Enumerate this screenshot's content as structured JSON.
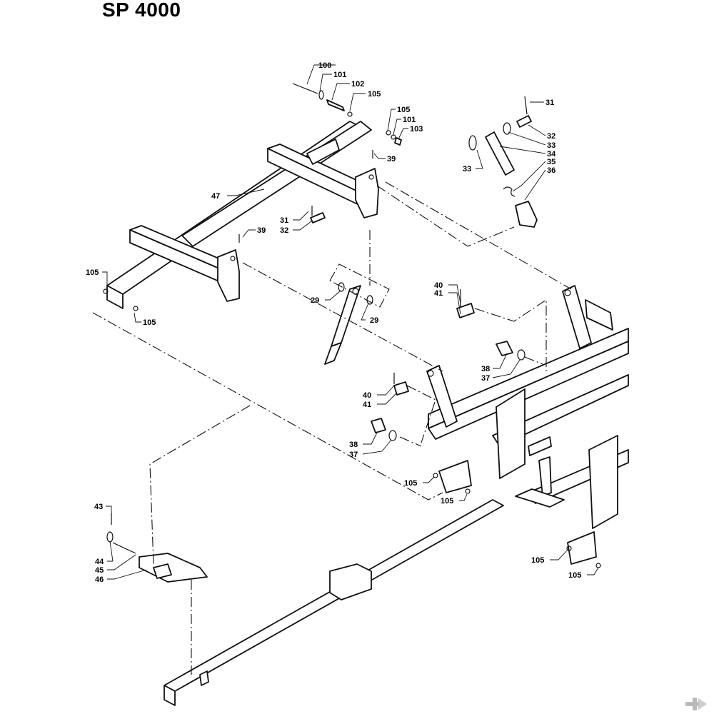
{
  "title": "SP 4000",
  "logo_icon": "kramp-k-logo-icon",
  "labels": {
    "l100": "100",
    "l101a": "101",
    "l102": "102",
    "l105a": "105",
    "l105b": "105",
    "l101b": "101",
    "l103": "103",
    "l39a": "39",
    "l31a": "31",
    "l32a": "32",
    "l33a": "33",
    "l34": "34",
    "l33b": "33",
    "l35": "35",
    "l36": "36",
    "l47": "47",
    "l31b": "31",
    "l32b": "32",
    "l39b": "39",
    "l105c": "105",
    "l105d": "105",
    "l29a": "29",
    "l29b": "29",
    "l40a": "40",
    "l41a": "41",
    "l38a": "38",
    "l37a": "37",
    "l40b": "40",
    "l41b": "41",
    "l38b": "38",
    "l37b": "37",
    "l105e": "105",
    "l105f": "105",
    "l43": "43",
    "l44": "44",
    "l45": "45",
    "l46": "46",
    "l105g": "105",
    "l105h": "105"
  }
}
